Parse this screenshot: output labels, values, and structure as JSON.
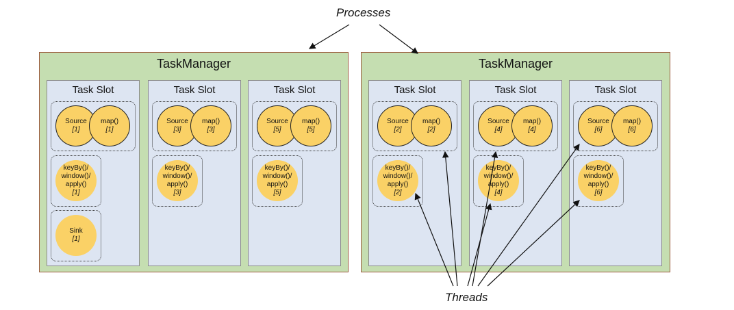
{
  "caption_top": "Processes",
  "caption_bottom": "Threads",
  "task_managers": [
    {
      "title": "TaskManager",
      "slots": [
        {
          "title": "Task Slot",
          "source": "Source",
          "source_idx": "[1]",
          "map": "map()",
          "map_idx": "[1]",
          "kw": "keyBy()/\nwindow()/\napply()",
          "kw_idx": "[1]",
          "sink": "Sink",
          "sink_idx": "[1]"
        },
        {
          "title": "Task Slot",
          "source": "Source",
          "source_idx": "[3]",
          "map": "map()",
          "map_idx": "[3]",
          "kw": "keyBy()/\nwindow()/\napply()",
          "kw_idx": "[3]"
        },
        {
          "title": "Task Slot",
          "source": "Source",
          "source_idx": "[5]",
          "map": "map()",
          "map_idx": "[5]",
          "kw": "keyBy()/\nwindow()/\napply()",
          "kw_idx": "[5]"
        }
      ]
    },
    {
      "title": "TaskManager",
      "slots": [
        {
          "title": "Task Slot",
          "source": "Source",
          "source_idx": "[2]",
          "map": "map()",
          "map_idx": "[2]",
          "kw": "keyBy()/\nwindow()/\napply()",
          "kw_idx": "[2]"
        },
        {
          "title": "Task Slot",
          "source": "Source",
          "source_idx": "[4]",
          "map": "map()",
          "map_idx": "[4]",
          "kw": "keyBy()/\nwindow()/\napply()",
          "kw_idx": "[4]"
        },
        {
          "title": "Task Slot",
          "source": "Source",
          "source_idx": "[6]",
          "map": "map()",
          "map_idx": "[6]",
          "kw": "keyBy()/\nwindow()/\napply()",
          "kw_idx": "[6]"
        }
      ]
    }
  ]
}
